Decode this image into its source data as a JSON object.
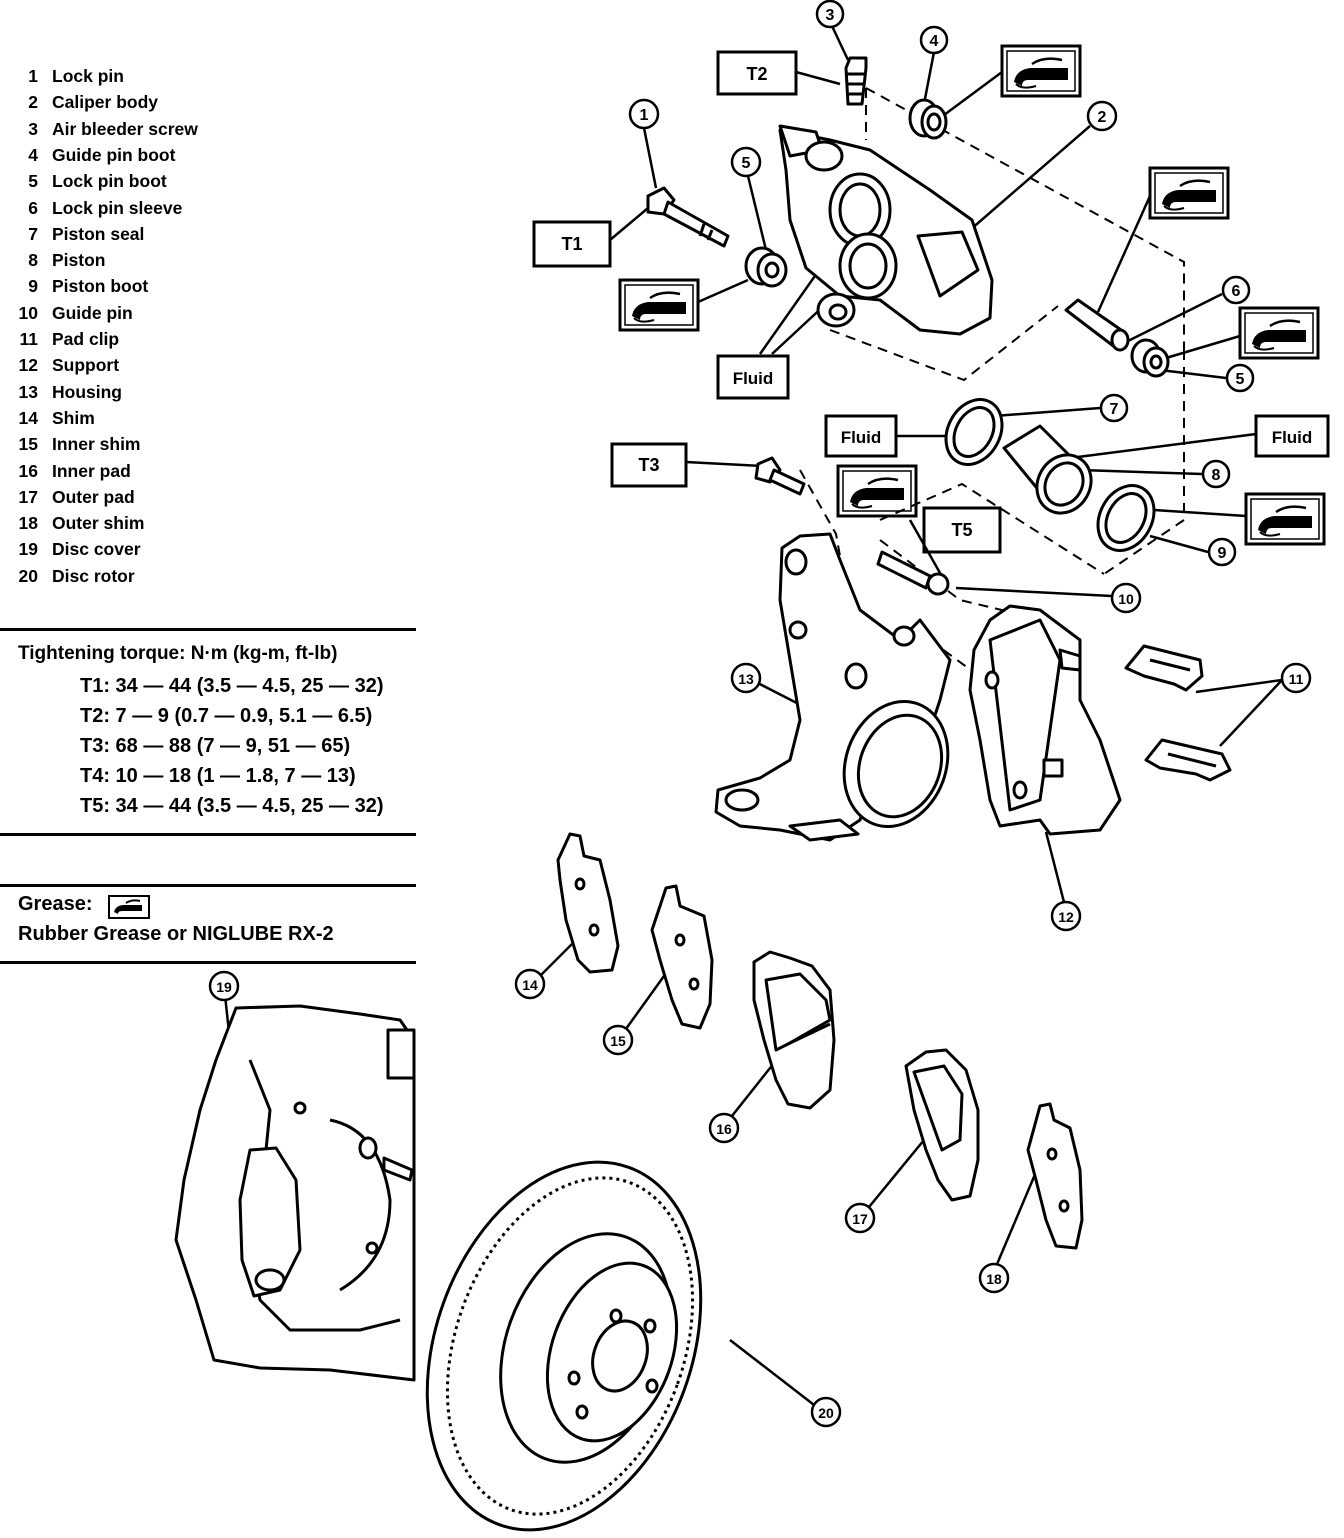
{
  "legend": [
    {
      "num": "1",
      "label": "Lock pin"
    },
    {
      "num": "2",
      "label": "Caliper body"
    },
    {
      "num": "3",
      "label": "Air bleeder screw"
    },
    {
      "num": "4",
      "label": "Guide pin boot"
    },
    {
      "num": "5",
      "label": "Lock pin boot"
    },
    {
      "num": "6",
      "label": "Lock pin sleeve"
    },
    {
      "num": "7",
      "label": "Piston seal"
    },
    {
      "num": "8",
      "label": "Piston"
    },
    {
      "num": "9",
      "label": "Piston boot"
    },
    {
      "num": "10",
      "label": "Guide pin"
    },
    {
      "num": "11",
      "label": "Pad clip"
    },
    {
      "num": "12",
      "label": "Support"
    },
    {
      "num": "13",
      "label": "Housing"
    },
    {
      "num": "14",
      "label": "Shim"
    },
    {
      "num": "15",
      "label": "Inner shim"
    },
    {
      "num": "16",
      "label": "Inner pad"
    },
    {
      "num": "17",
      "label": "Outer pad"
    },
    {
      "num": "18",
      "label": "Outer shim"
    },
    {
      "num": "19",
      "label": "Disc cover"
    },
    {
      "num": "20",
      "label": "Disc rotor"
    }
  ],
  "torque": {
    "heading": "Tightening torque:  N·m (kg-m, ft-lb)",
    "rows": [
      "T1: 34 — 44 (3.5 — 4.5, 25 — 32)",
      "T2: 7 — 9 (0.7 — 0.9, 5.1 — 6.5)",
      "T3: 68 — 88 (7 — 9, 51 — 65)",
      "T4: 10 — 18 (1 — 1.8, 7 — 13)",
      "T5: 34 — 44 (3.5 — 4.5, 25 — 32)"
    ]
  },
  "grease": {
    "label": "Grease:",
    "spec": "Rubber Grease or NIGLUBE RX-2"
  },
  "labels": {
    "t1": "T1",
    "t2": "T2",
    "t3": "T3",
    "t5": "T5",
    "fluid": "Fluid"
  },
  "callouts": [
    "1",
    "2",
    "3",
    "4",
    "5",
    "6",
    "5",
    "7",
    "8",
    "9",
    "10",
    "11",
    "12",
    "13",
    "14",
    "15",
    "16",
    "17",
    "18",
    "19",
    "20"
  ],
  "icons": {
    "grease": "grease-gun-icon"
  }
}
